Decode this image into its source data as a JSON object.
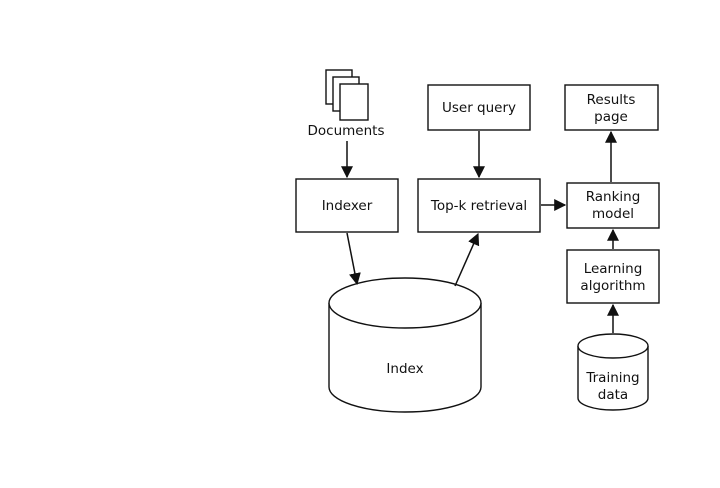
{
  "diagram": {
    "documents_label": "Documents",
    "indexer_label": "Indexer",
    "index_label": "Index",
    "user_query_label": "User query",
    "topk_label": "Top-k retrieval",
    "results_line1": "Results",
    "results_line2": "page",
    "ranking_line1": "Ranking",
    "ranking_line2": "model",
    "learning_line1": "Learning",
    "learning_line2": "algorithm",
    "training_line1": "Training",
    "training_line2": "data"
  }
}
